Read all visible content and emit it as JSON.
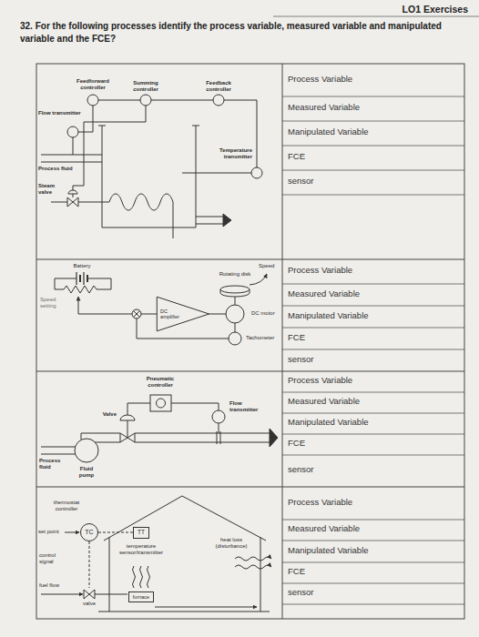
{
  "diagram": {
    "nodes": [
      {
        "text": [
          "DC amplifier"
        ]
      },
      {
        "text": [
          "TC"
        ]
      },
      {
        "text": [
          "TT"
        ]
      },
      {
        "text": [
          "furnace"
        ]
      }
    ],
    "edges": [
      {
        "from": 2,
        "to": 1,
        "arrow": "none"
      }
    ],
    "labels": [
      "LO1 Exercises",
      "32. For the following processes identify the process variable, measured variable and manipulated variable and the FCE?",
      "Feedforward controller",
      "Summing controller",
      "Feedback controller",
      "Flow transmitter",
      "Process fluid",
      "Temperature transmitter",
      "Steam valve",
      "Process Variable",
      "Measured Variable",
      "Manipulated Variable",
      "FCE",
      "sensor",
      "Battery",
      "Speed setting",
      "Rotating disk",
      "Speed",
      "DC motor",
      "Tachometer",
      "Process Variable",
      "Measured Variable",
      "Manipulated Variable",
      "FCE",
      "sensor",
      "Pneumatic controller",
      "Flow transmitter",
      "Valve",
      "Process fluid",
      "Fluid pump",
      "Process Variable",
      "Measured Variable",
      "Manipulated Variable",
      "FCE",
      "sensor",
      "thermostat controller",
      "set point",
      "temperature sensor/transmitter",
      "heat loss (disturbance)",
      "control signal",
      "fuel flow",
      "valve",
      "Process Variable",
      "Measured Variable",
      "Manipulated Variable",
      "FCE",
      "sensor"
    ]
  }
}
